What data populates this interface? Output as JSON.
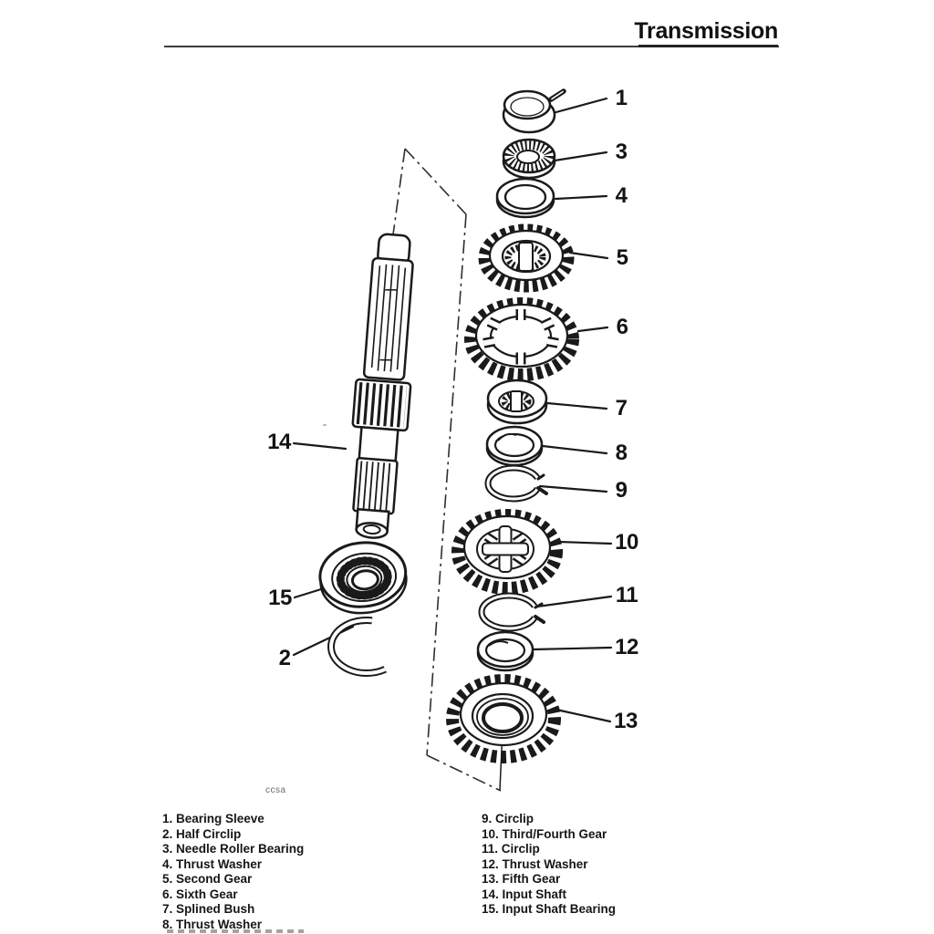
{
  "page": {
    "title": "Transmission",
    "figure_code": "ccsa"
  },
  "colors": {
    "ink": "#1a1a1a",
    "paper": "#ffffff"
  },
  "diagram": {
    "callouts": [
      "1",
      "3",
      "4",
      "5",
      "6",
      "7",
      "8",
      "9",
      "10",
      "11",
      "12",
      "13",
      "14",
      "15",
      "2"
    ]
  },
  "legend": {
    "left": [
      "1. Bearing Sleeve",
      "2. Half Circlip",
      "3. Needle Roller Bearing",
      "4. Thrust Washer",
      "5. Second Gear",
      "6. Sixth Gear",
      "7. Splined Bush",
      "8. Thrust Washer"
    ],
    "right": [
      "9. Circlip",
      "10. Third/Fourth Gear",
      "11. Circlip",
      "12. Thrust Washer",
      "13. Fifth Gear",
      "14. Input Shaft",
      "15. Input Shaft Bearing"
    ]
  }
}
